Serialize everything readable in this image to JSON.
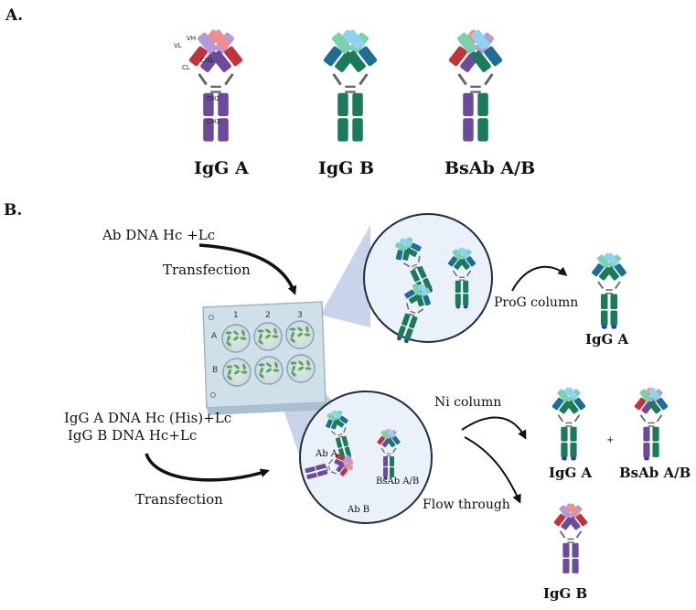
{
  "panel_a": {
    "label": "A.",
    "antibodies": [
      {
        "name": "IgG A",
        "heavy": "purple",
        "light": "red"
      },
      {
        "name": "IgG B",
        "heavy": "green",
        "light": "blue"
      },
      {
        "name": "BsAb A/B",
        "heavy_left": "purple",
        "light_left": "red",
        "heavy_right": "green",
        "light_right": "blue"
      }
    ],
    "domain_labels": {
      "vl": "VL",
      "vh": "VH",
      "cl": "CL",
      "ch1": "CH1",
      "ch2": "CH2",
      "ch3": "CH3"
    }
  },
  "panel_b": {
    "label": "B.",
    "top_input": "Ab DNA Hc +Lc",
    "top_step": "Transfection",
    "top_column": "ProG column",
    "top_result": "IgG A",
    "bottom_input_line1": "IgG A DNA Hc (His)+Lc",
    "bottom_input_line2": "IgG B DNA Hc+Lc",
    "bottom_step": "Transfection",
    "bottom_column": "Ni column",
    "bottom_flow": "Flow through",
    "bottom_result_left": "IgG A",
    "bottom_plus": "+",
    "bottom_result_right": "BsAb A/B",
    "flow_result": "IgG B",
    "mix_labels": {
      "ab_a": "Ab A",
      "ab_b": "Ab B",
      "bsab": "BsAb A/B"
    },
    "plate": {
      "columns": [
        "1",
        "2",
        "3"
      ],
      "rows": [
        "A",
        "B"
      ]
    }
  },
  "colors": {
    "purple_dark": "#6b4c9a",
    "purple_light": "#b49ad8",
    "red_dark": "#c0353a",
    "red_light": "#ee8f8f",
    "green_dark": "#1a7a5a",
    "green_light": "#79d1ad",
    "blue_dark": "#1e6d95",
    "blue_light": "#8fd3ee",
    "hinge": "#666666",
    "circle_fill": "#eaf1f8",
    "cone": "#b7c4e2",
    "his_tag": "#2b3db8"
  }
}
